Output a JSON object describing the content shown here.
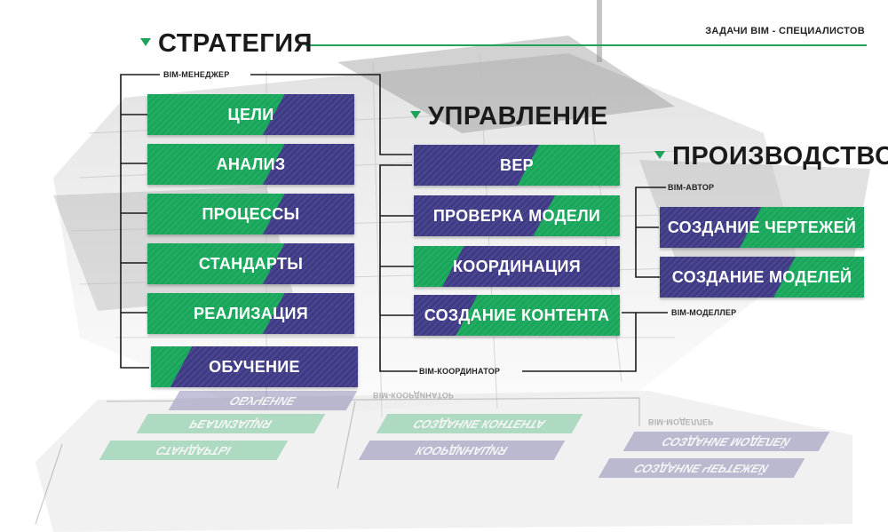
{
  "header": {
    "caption": "ЗАДАЧИ BIM - СПЕЦИАЛИСТОВ",
    "strategy": "СТРАТЕГИЯ",
    "management": "УПРАВЛЕНИЕ",
    "production": "ПРОИЗВОДСТВО"
  },
  "roles": {
    "manager": "BIM-МЕНЕДЖЕР",
    "coordinator": "BIM-КООРДИНАТОР",
    "author": "BIM-АВТОР",
    "modeller": "BIM-МОДЕЛЛЕР"
  },
  "strategy_items": [
    "ЦЕЛИ",
    "АНАЛИЗ",
    "ПРОЦЕССЫ",
    "СТАНДАРТЫ",
    "РЕАЛИЗАЦИЯ",
    "ОБУЧЕНИЕ"
  ],
  "management_items": [
    "ВЕР",
    "ПРОВЕРКА МОДЕЛИ",
    "КООРДИНАЦИЯ",
    "СОЗДАНИЕ КОНТЕНТА"
  ],
  "production_items": [
    "СОЗДАНИЕ ЧЕРТЕЖЕЙ",
    "СОЗДАНИЕ МОДЕЛЕЙ"
  ],
  "reflection": {
    "left": [
      "ОБУЧЕНИЕ",
      "РЕАЛИЗАЦИЯ",
      "СТАНДАРТЫ"
    ],
    "mid": [
      "СОЗДАНИЕ КОНТЕНТА",
      "КООРДИНАЦИЯ"
    ],
    "right": [
      "СОЗДАНИЕ МОДЕЛЕЙ",
      "СОЗДАНИЕ ЧЕРТЕЖЕЙ"
    ],
    "coordinator": "BIM-КООРДИНАТОР",
    "modeller": "BIM-МОДЕЛЛЕР"
  },
  "colors": {
    "green": "#17a65a",
    "purple": "#3f3a86",
    "line": "#1a1a1a"
  }
}
